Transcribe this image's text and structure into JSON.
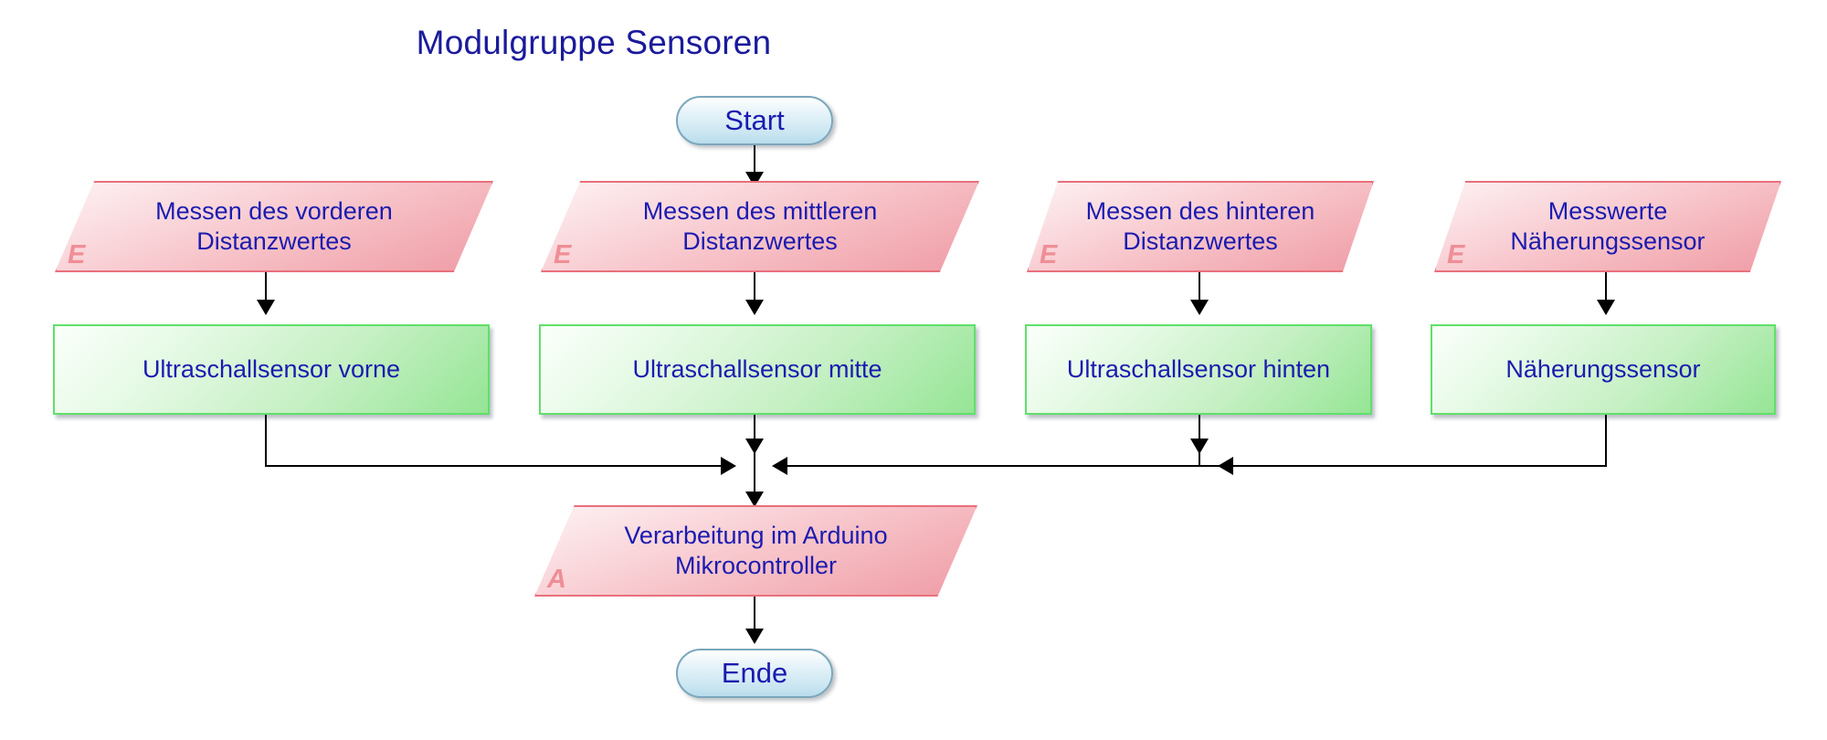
{
  "diagram": {
    "title": "Modulgruppe Sensoren",
    "type": "flowchart",
    "colors": {
      "text": "#1b1bb0",
      "title": "#1a1a9c",
      "io_fill_top": "#fdf2f3",
      "io_fill_bottom": "#ef9ca6",
      "io_border": "#e8707c",
      "io_marker": "#ef8e96",
      "process_fill_top": "#fbfffb",
      "process_fill_bottom": "#95e595",
      "process_border": "#5fe06a",
      "terminator_fill_top": "#ffffff",
      "terminator_fill_bottom": "#b9dcec",
      "terminator_border": "#7ba7bc",
      "connector": "#000000"
    }
  },
  "nodes": {
    "start": {
      "label": "Start",
      "shape": "terminator"
    },
    "end": {
      "label": "Ende",
      "shape": "terminator"
    },
    "inputs": [
      {
        "label": "Messen des vorderen\nDistanzwertes",
        "marker": "E",
        "shape": "parallelogram"
      },
      {
        "label": "Messen des mittleren\nDistanzwertes",
        "marker": "E",
        "shape": "parallelogram"
      },
      {
        "label": "Messen des hinteren\nDistanzwertes",
        "marker": "E",
        "shape": "parallelogram"
      },
      {
        "label": "Messwerte\nNäherungssensor",
        "marker": "E",
        "shape": "parallelogram"
      }
    ],
    "processes": [
      {
        "label": "Ultraschallsensor vorne",
        "shape": "rectangle"
      },
      {
        "label": "Ultraschallsensor mitte",
        "shape": "rectangle"
      },
      {
        "label": "Ultraschallsensor hinten",
        "shape": "rectangle"
      },
      {
        "label": "Näherungssensor",
        "shape": "rectangle"
      }
    ],
    "output": {
      "label": "Verarbeitung im Arduino\nMikrocontroller",
      "marker": "A",
      "shape": "parallelogram"
    }
  }
}
